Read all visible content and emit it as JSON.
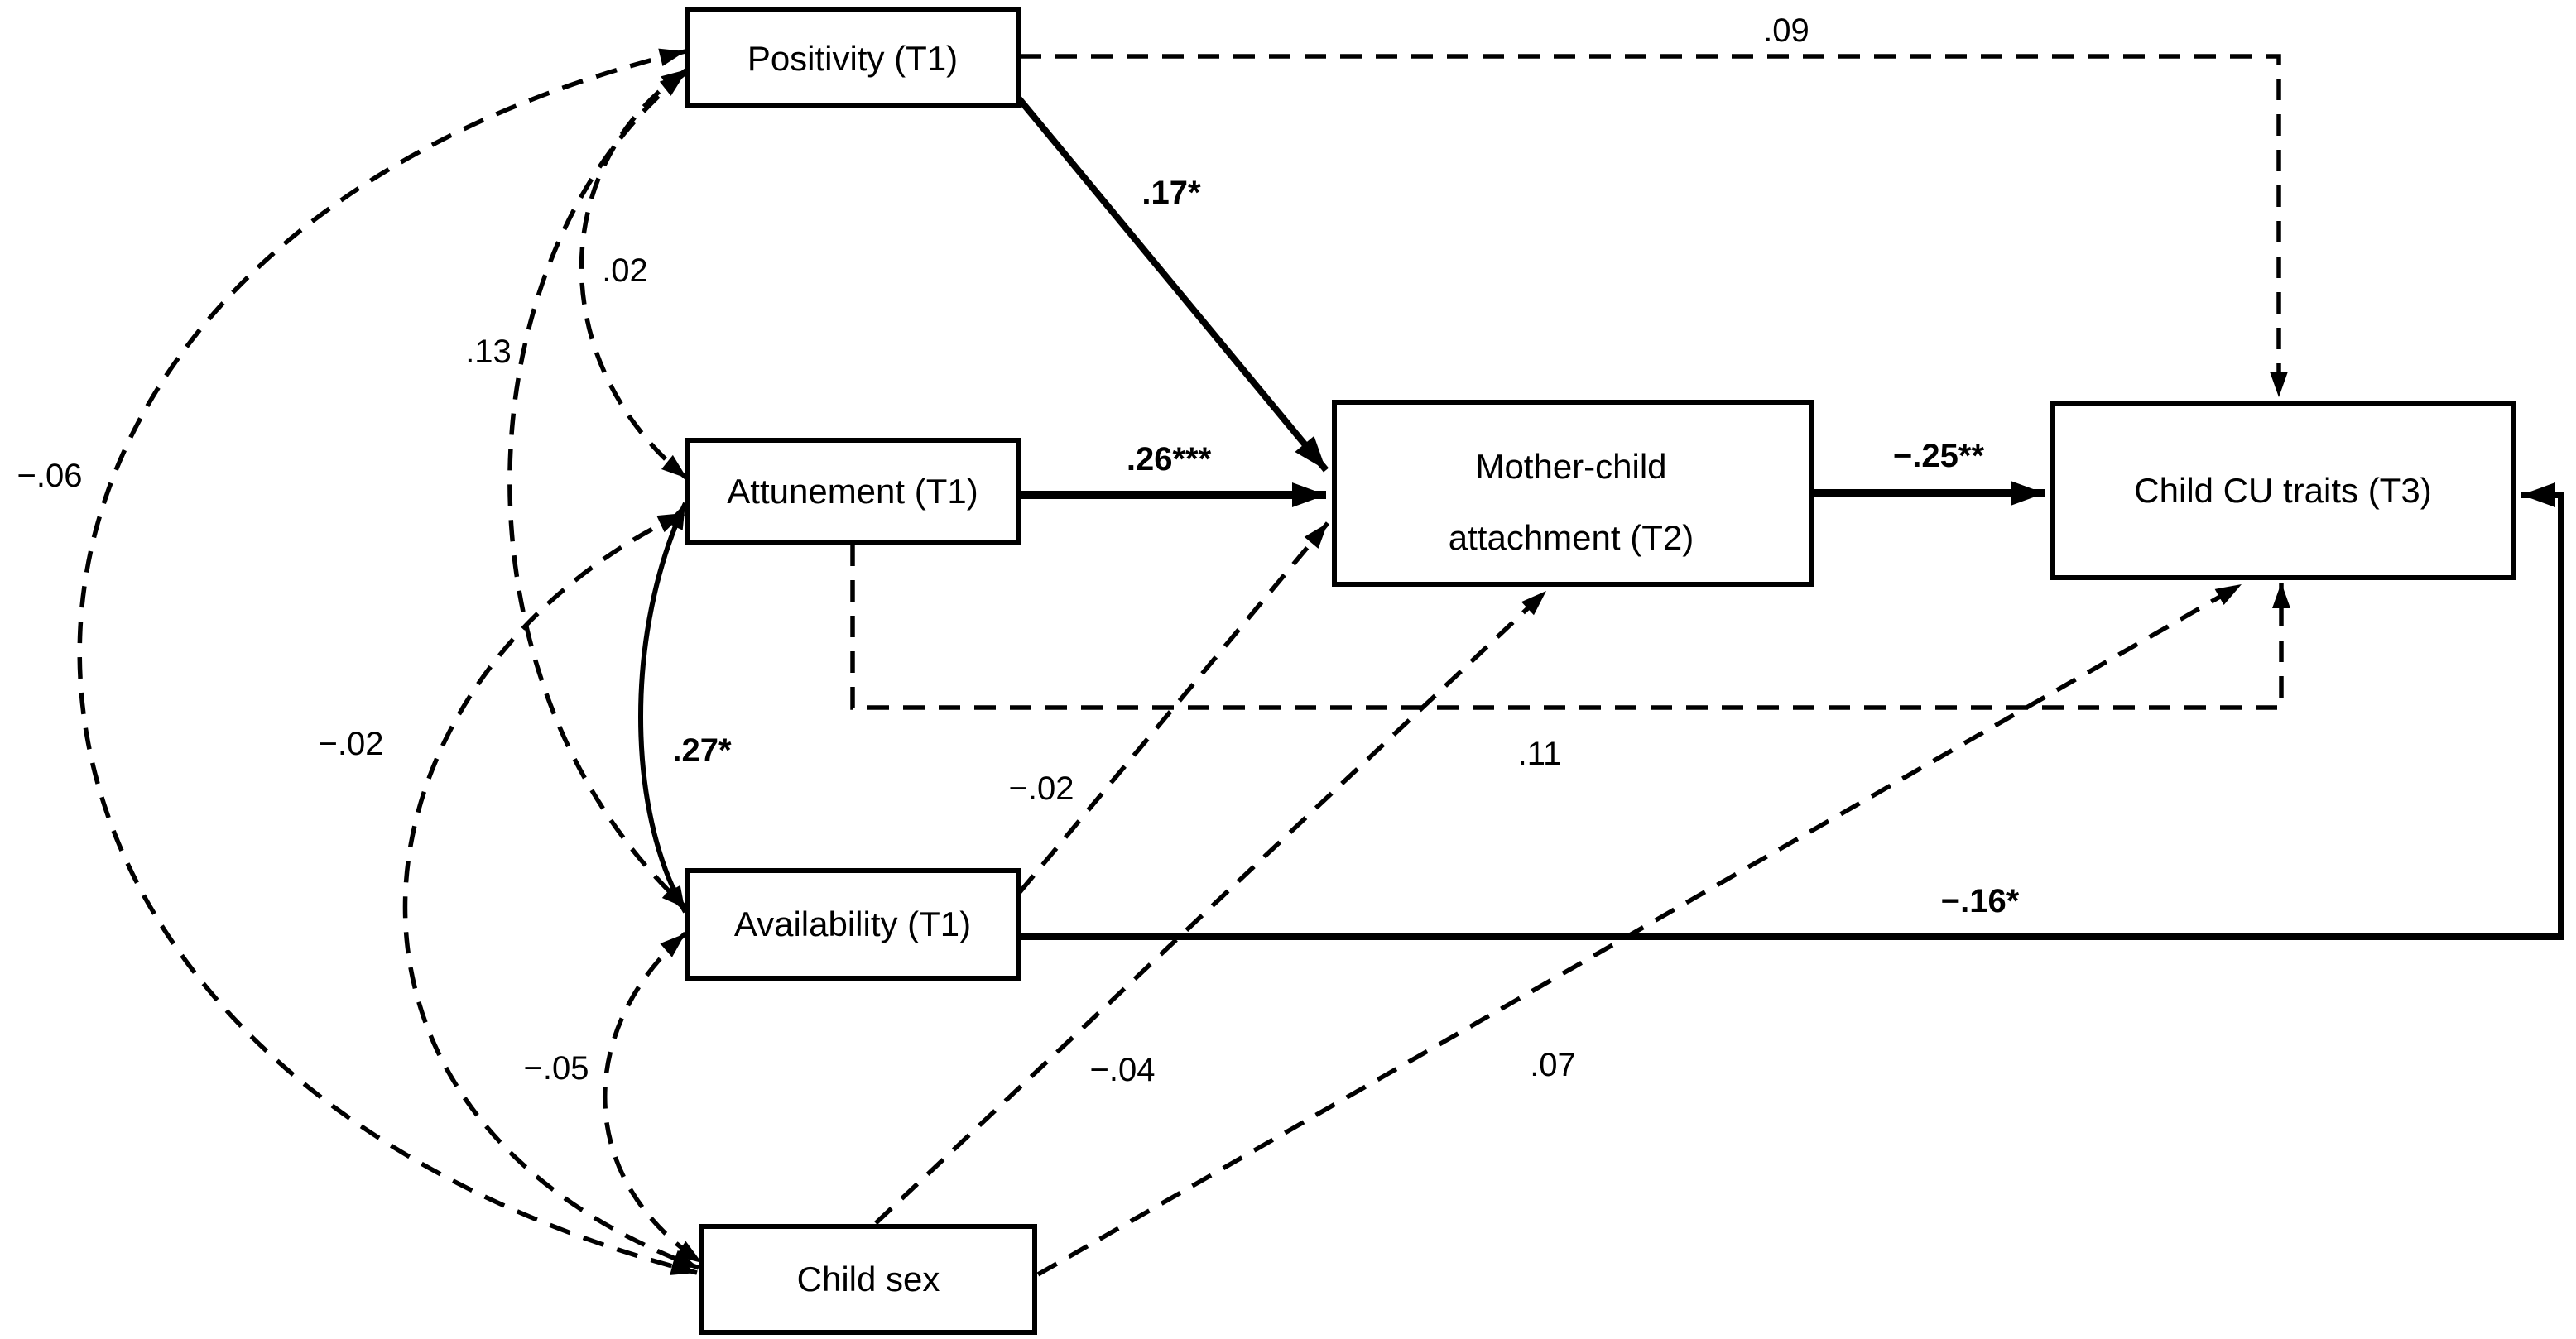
{
  "diagram": {
    "nodes": {
      "positivity": {
        "label": "Positivity (T1)"
      },
      "attunement": {
        "label": "Attunement (T1)"
      },
      "availability": {
        "label": "Availability (T1)"
      },
      "child_sex": {
        "label": "Child sex"
      },
      "attachment": {
        "label_line1": "Mother-child",
        "label_line2": "attachment (T2)"
      },
      "cu_traits": {
        "label": "Child CU traits (T3)"
      }
    },
    "paths": {
      "positivity_to_cu": {
        "coef": ".09",
        "significant": false,
        "style": "dashed"
      },
      "positivity_to_attachment": {
        "coef": ".17*",
        "significant": true,
        "style": "solid"
      },
      "attunement_to_attachment": {
        "coef": ".26***",
        "significant": true,
        "style": "solid"
      },
      "attachment_to_cu": {
        "coef": "−.25**",
        "significant": true,
        "style": "solid"
      },
      "attunement_to_cu": {
        "coef": ".11",
        "significant": false,
        "style": "dashed"
      },
      "availability_to_attachment": {
        "coef": "−.02",
        "significant": false,
        "style": "dashed"
      },
      "availability_to_cu": {
        "coef": "−.16*",
        "significant": true,
        "style": "solid"
      },
      "childsex_to_attachment": {
        "coef": "−.04",
        "significant": false,
        "style": "dashed"
      },
      "childsex_to_cu": {
        "coef": ".07",
        "significant": false,
        "style": "dashed"
      }
    },
    "correlations": {
      "positivity_attunement": {
        "coef": ".02",
        "significant": false,
        "style": "dashed"
      },
      "positivity_availability": {
        "coef": ".13",
        "significant": false,
        "style": "dashed"
      },
      "positivity_childsex": {
        "coef": "−.06",
        "significant": false,
        "style": "dashed"
      },
      "attunement_availability": {
        "coef": ".27*",
        "significant": true,
        "style": "solid"
      },
      "attunement_childsex": {
        "coef": "−.02",
        "significant": false,
        "style": "dashed"
      },
      "availability_childsex": {
        "coef": "−.05",
        "significant": false,
        "style": "dashed"
      }
    },
    "colors": {
      "line": "#000000",
      "background": "#ffffff"
    }
  }
}
